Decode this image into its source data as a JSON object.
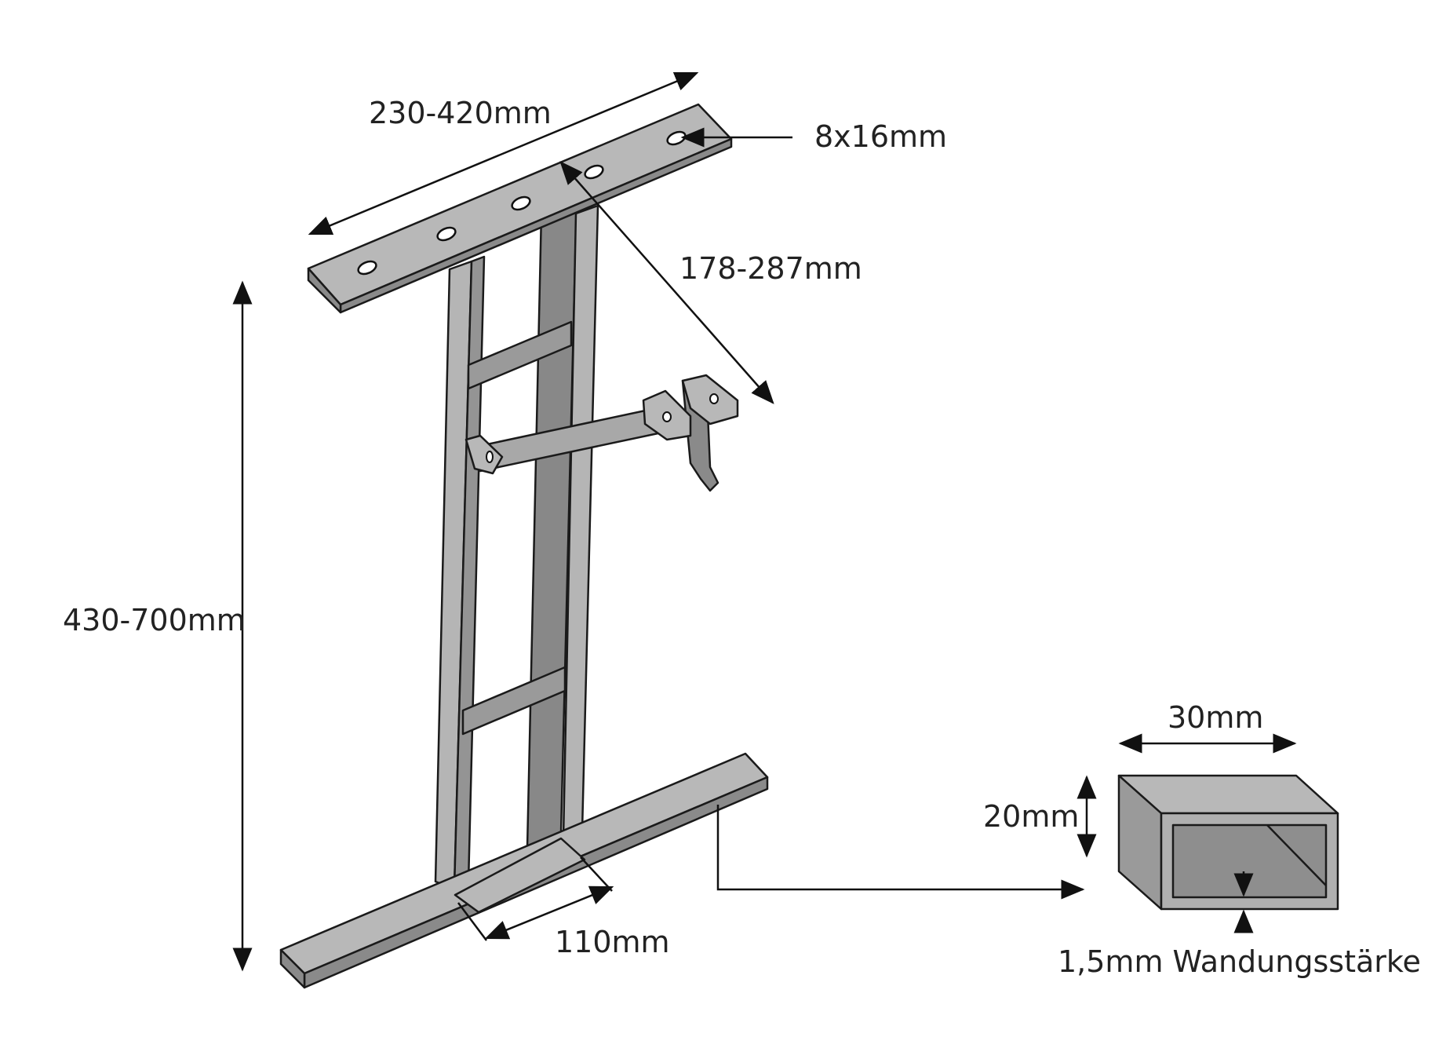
{
  "labels": {
    "width_range": "230-420mm",
    "slot_size": "8x16mm",
    "depth_range": "178-287mm",
    "height_range": "430-700mm",
    "foot_spacing": "110mm",
    "profile_width": "30mm",
    "profile_height": "20mm",
    "wall_thickness": "1,5mm Wandungsstärke"
  },
  "colors": {
    "metal_light": "#b5b5b5",
    "metal_mid": "#9c9c9c",
    "metal_dark": "#858585",
    "outline": "#1a1a1a"
  }
}
